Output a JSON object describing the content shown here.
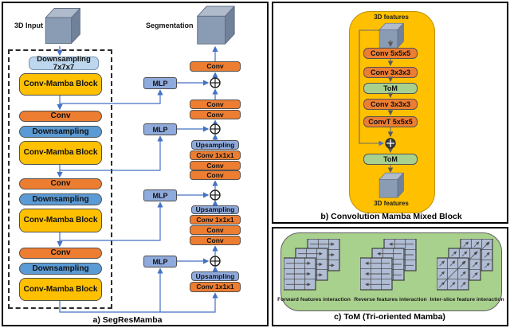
{
  "figure": {
    "panel_a": {
      "caption": "a) SegResMamba",
      "input_label": "3D Input",
      "output_label": "Segmentation",
      "mlp_label": "MLP",
      "encoder": {
        "stage1": [
          "Downsampling 7x7x7",
          "Conv-Mamba Block"
        ],
        "stage2": [
          "Conv",
          "Downsampling",
          "Conv-Mamba Block"
        ],
        "stage3": [
          "Conv",
          "Downsampling",
          "Conv-Mamba Block"
        ],
        "stage4": [
          "Conv",
          "Downsampling",
          "Conv-Mamba Block"
        ]
      },
      "decoder": {
        "head": "Conv",
        "stage1": [
          "Conv",
          "Conv"
        ],
        "stage2": [
          "Upsampling",
          "Conv 1x1x1",
          "Conv",
          "Conv"
        ],
        "stage3": [
          "Upsampling",
          "Conv 1x1x1",
          "Conv",
          "Conv"
        ],
        "stage4": [
          "Upsampling",
          "Conv 1x1x1"
        ]
      }
    },
    "panel_b": {
      "caption": "b) Convolution Mamba Mixed Block",
      "input_label": "3D features",
      "output_label": "3D features",
      "blocks": [
        "Conv 5x5x5",
        "Conv 3x3x3",
        "ToM",
        "Conv 3x3x3",
        "ConvT 5x5x5"
      ],
      "output_tom": "ToM"
    },
    "panel_c": {
      "caption": "c) ToM (Tri-oriented Mamba)",
      "panels": [
        "Forward features interaction",
        "Reverse features interaction",
        "Inter-slice feature interaction"
      ]
    },
    "colors": {
      "conv_orange": "#ED7D31",
      "mamba_yellow": "#FFC000",
      "downsample_blue": "#5B9BD5",
      "downsample_light_blue": "#BDD7EE",
      "mlp_periwinkle": "#8FAADC",
      "tom_green": "#A9D18E",
      "arrow_blue": "#4472C4"
    }
  }
}
